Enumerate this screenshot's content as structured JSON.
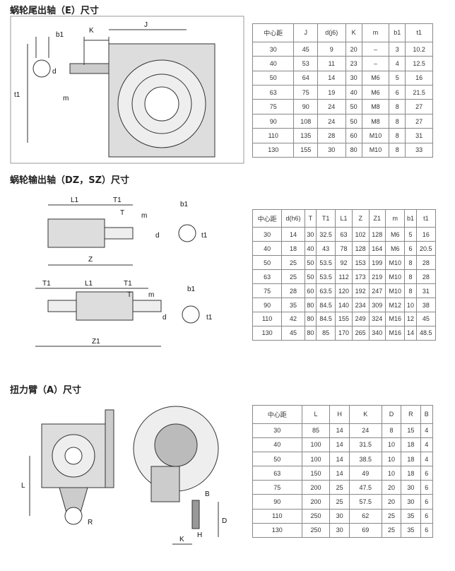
{
  "sections": [
    {
      "title": "蜗轮尾出轴（E）尺寸",
      "drawing_labels": [
        "b1",
        "K",
        "J",
        "d",
        "t1",
        "m"
      ],
      "table": {
        "headers": [
          "中心距",
          "J",
          "d(j6)",
          "K",
          "m",
          "b1",
          "t1"
        ],
        "rows": [
          [
            "30",
            "45",
            "9",
            "20",
            "–",
            "3",
            "10.2"
          ],
          [
            "40",
            "53",
            "11",
            "23",
            "–",
            "4",
            "12.5"
          ],
          [
            "50",
            "64",
            "14",
            "30",
            "M6",
            "5",
            "16"
          ],
          [
            "63",
            "75",
            "19",
            "40",
            "M6",
            "6",
            "21.5"
          ],
          [
            "75",
            "90",
            "24",
            "50",
            "M8",
            "8",
            "27"
          ],
          [
            "90",
            "108",
            "24",
            "50",
            "M8",
            "8",
            "27"
          ],
          [
            "110",
            "135",
            "28",
            "60",
            "M10",
            "8",
            "31"
          ],
          [
            "130",
            "155",
            "30",
            "80",
            "M10",
            "8",
            "33"
          ]
        ]
      }
    },
    {
      "title": "蜗轮输出轴（DZ，SZ）尺寸",
      "drawing_labels": [
        "L1",
        "T1",
        "T",
        "Z",
        "m",
        "d",
        "b1",
        "t1",
        "T1",
        "L1",
        "T1",
        "T",
        "Z1",
        "m",
        "d",
        "b1",
        "t1"
      ],
      "table": {
        "headers": [
          "中心距",
          "d(h6)",
          "T",
          "T1",
          "L1",
          "Z",
          "Z1",
          "m",
          "b1",
          "t1"
        ],
        "rows": [
          [
            "30",
            "14",
            "30",
            "32.5",
            "63",
            "102",
            "128",
            "M6",
            "5",
            "16"
          ],
          [
            "40",
            "18",
            "40",
            "43",
            "78",
            "128",
            "164",
            "M6",
            "6",
            "20.5"
          ],
          [
            "50",
            "25",
            "50",
            "53.5",
            "92",
            "153",
            "199",
            "M10",
            "8",
            "28"
          ],
          [
            "63",
            "25",
            "50",
            "53.5",
            "112",
            "173",
            "219",
            "M10",
            "8",
            "28"
          ],
          [
            "75",
            "28",
            "60",
            "63.5",
            "120",
            "192",
            "247",
            "M10",
            "8",
            "31"
          ],
          [
            "90",
            "35",
            "80",
            "84.5",
            "140",
            "234",
            "309",
            "M12",
            "10",
            "38"
          ],
          [
            "110",
            "42",
            "80",
            "84.5",
            "155",
            "249",
            "324",
            "M16",
            "12",
            "45"
          ],
          [
            "130",
            "45",
            "80",
            "85",
            "170",
            "265",
            "340",
            "M16",
            "14",
            "48.5"
          ]
        ]
      }
    },
    {
      "title": "扭力臂（A）尺寸",
      "drawing_labels": [
        "L",
        "R",
        "B",
        "H",
        "K",
        "D"
      ],
      "table": {
        "headers": [
          "中心距",
          "L",
          "H",
          "K",
          "D",
          "R",
          "B"
        ],
        "rows": [
          [
            "30",
            "85",
            "14",
            "24",
            "8",
            "15",
            "4"
          ],
          [
            "40",
            "100",
            "14",
            "31.5",
            "10",
            "18",
            "4"
          ],
          [
            "50",
            "100",
            "14",
            "38.5",
            "10",
            "18",
            "4"
          ],
          [
            "63",
            "150",
            "14",
            "49",
            "10",
            "18",
            "6"
          ],
          [
            "75",
            "200",
            "25",
            "47.5",
            "20",
            "30",
            "6"
          ],
          [
            "90",
            "200",
            "25",
            "57.5",
            "20",
            "30",
            "6"
          ],
          [
            "110",
            "250",
            "30",
            "62",
            "25",
            "35",
            "6"
          ],
          [
            "130",
            "250",
            "30",
            "69",
            "25",
            "35",
            "6"
          ]
        ]
      }
    }
  ]
}
